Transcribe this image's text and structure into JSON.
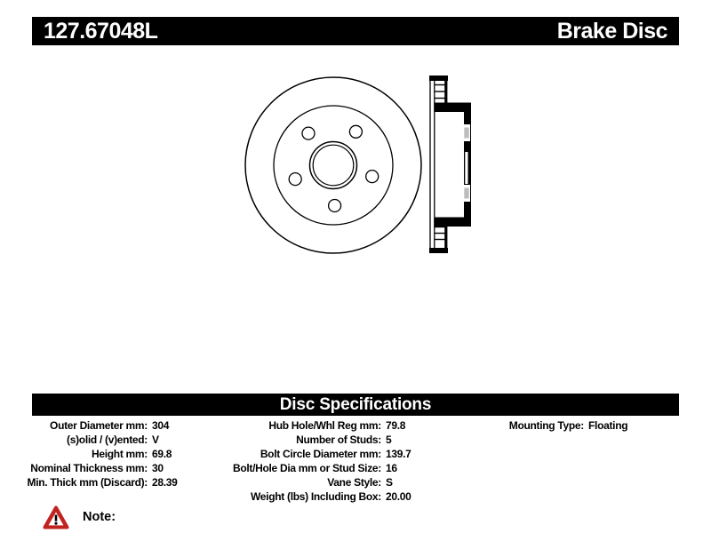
{
  "header": {
    "part_number": "127.67048L",
    "product_name": "Brake Disc"
  },
  "drawing": {
    "front_view_icon": "brake-disc-front-view",
    "side_view_icon": "brake-disc-cross-section"
  },
  "specifications": {
    "title": "Disc Specifications",
    "left": [
      {
        "label": "Outer Diameter mm:",
        "value": "304"
      },
      {
        "label": "(s)olid / (v)ented:",
        "value": "V"
      },
      {
        "label": "Height mm:",
        "value": "69.8"
      },
      {
        "label": "Nominal Thickness mm:",
        "value": "30"
      },
      {
        "label": "Min. Thick mm (Discard):",
        "value": "28.39"
      }
    ],
    "middle": [
      {
        "label": "Hub Hole/Whl Reg mm:",
        "value": "79.8"
      },
      {
        "label": "Number of Studs:",
        "value": "5"
      },
      {
        "label": "Bolt Circle Diameter mm:",
        "value": "139.7"
      },
      {
        "label": "Bolt/Hole Dia mm or Stud Size:",
        "value": "16"
      },
      {
        "label": "Vane Style:",
        "value": "S"
      },
      {
        "label": "Weight (lbs) Including Box:",
        "value": "20.00"
      }
    ],
    "right": [
      {
        "label": "Mounting Type:",
        "value": "Floating"
      }
    ]
  },
  "note": {
    "label": "Note:",
    "icon": "warning-triangle-icon"
  },
  "colors": {
    "bar_background": "#000000",
    "bar_text": "#ffffff",
    "drawing_line": "#000000",
    "warning_red": "#d22b25"
  }
}
